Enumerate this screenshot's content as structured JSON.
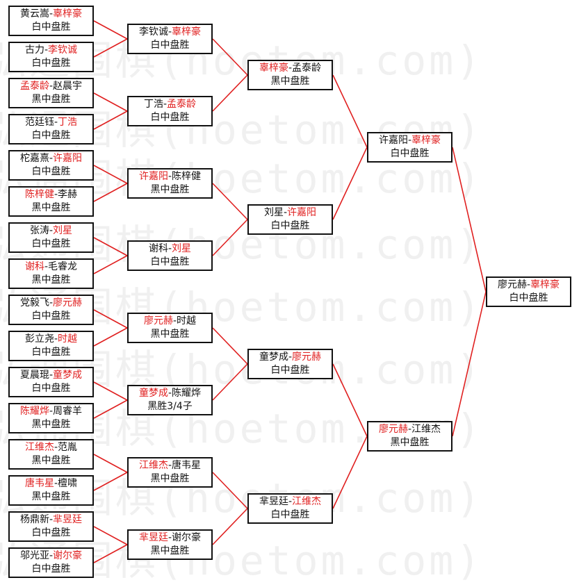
{
  "watermark": {
    "text": "弘通围棋(hoetom.com)"
  },
  "colors": {
    "winner": "#e02020",
    "loser": "#111111",
    "connector": "#e02020",
    "border": "#111111"
  },
  "rounds": [
    {
      "name": "round-1",
      "matches": [
        {
          "p1": "黄云嵩",
          "p2": "辜梓豪",
          "winner": 2,
          "result": "白中盘胜"
        },
        {
          "p1": "古力",
          "p2": "李钦诚",
          "winner": 2,
          "result": "白中盘胜"
        },
        {
          "p1": "孟泰龄",
          "p2": "赵晨宇",
          "winner": 1,
          "result": "黑中盘胜"
        },
        {
          "p1": "范廷钰",
          "p2": "丁浩",
          "winner": 2,
          "result": "白中盘胜"
        },
        {
          "p1": "柁嘉熹",
          "p2": "许嘉阳",
          "winner": 2,
          "result": "白中盘胜"
        },
        {
          "p1": "陈梓健",
          "p2": "李赫",
          "winner": 1,
          "result": "黑中盘胜"
        },
        {
          "p1": "张涛",
          "p2": "刘星",
          "winner": 2,
          "result": "白中盘胜"
        },
        {
          "p1": "谢科",
          "p2": "毛睿龙",
          "winner": 1,
          "result": "黑中盘胜"
        },
        {
          "p1": "党毅飞",
          "p2": "廖元赫",
          "winner": 2,
          "result": "白中盘胜"
        },
        {
          "p1": "彭立尧",
          "p2": "时越",
          "winner": 2,
          "result": "白中盘胜"
        },
        {
          "p1": "夏晨琨",
          "p2": "童梦成",
          "winner": 2,
          "result": "白中盘胜"
        },
        {
          "p1": "陈耀烨",
          "p2": "周睿羊",
          "winner": 1,
          "result": "黑中盘胜"
        },
        {
          "p1": "江维杰",
          "p2": "范胤",
          "winner": 1,
          "result": "黑中盘胜"
        },
        {
          "p1": "唐韦星",
          "p2": "檀啸",
          "winner": 1,
          "result": "黑中盘胜"
        },
        {
          "p1": "杨鼎新",
          "p2": "芈昱廷",
          "winner": 2,
          "result": "白中盘胜"
        },
        {
          "p1": "邬光亚",
          "p2": "谢尔豪",
          "winner": 2,
          "result": "白中盘胜"
        }
      ]
    },
    {
      "name": "round-2",
      "matches": [
        {
          "p1": "李钦诚",
          "p2": "辜梓豪",
          "winner": 2,
          "result": "白中盘胜"
        },
        {
          "p1": "丁浩",
          "p2": "孟泰龄",
          "winner": 2,
          "result": "白中盘胜"
        },
        {
          "p1": "许嘉阳",
          "p2": "陈梓健",
          "winner": 1,
          "result": "黑中盘胜"
        },
        {
          "p1": "谢科",
          "p2": "刘星",
          "winner": 2,
          "result": "白中盘胜"
        },
        {
          "p1": "廖元赫",
          "p2": "时越",
          "winner": 1,
          "result": "黑中盘胜"
        },
        {
          "p1": "童梦成",
          "p2": "陈耀烨",
          "winner": 1,
          "result": "黑胜3/4子"
        },
        {
          "p1": "江维杰",
          "p2": "唐韦星",
          "winner": 1,
          "result": "黑中盘胜"
        },
        {
          "p1": "芈昱廷",
          "p2": "谢尔豪",
          "winner": 1,
          "result": "黑中盘胜"
        }
      ]
    },
    {
      "name": "round-3",
      "matches": [
        {
          "p1": "辜梓豪",
          "p2": "孟泰龄",
          "winner": 1,
          "result": "黑中盘胜"
        },
        {
          "p1": "刘星",
          "p2": "许嘉阳",
          "winner": 2,
          "result": "白中盘胜"
        },
        {
          "p1": "童梦成",
          "p2": "廖元赫",
          "winner": 2,
          "result": "白中盘胜"
        },
        {
          "p1": "芈昱廷",
          "p2": "江维杰",
          "winner": 2,
          "result": "白中盘胜"
        }
      ]
    },
    {
      "name": "round-4",
      "matches": [
        {
          "p1": "许嘉阳",
          "p2": "辜梓豪",
          "winner": 2,
          "result": "白中盘胜"
        },
        {
          "p1": "廖元赫",
          "p2": "江维杰",
          "winner": 1,
          "result": "黑中盘胜"
        }
      ]
    },
    {
      "name": "final",
      "matches": [
        {
          "p1": "廖元赫",
          "p2": "辜梓豪",
          "winner": 2,
          "result": "白中盘胜"
        }
      ]
    }
  ]
}
